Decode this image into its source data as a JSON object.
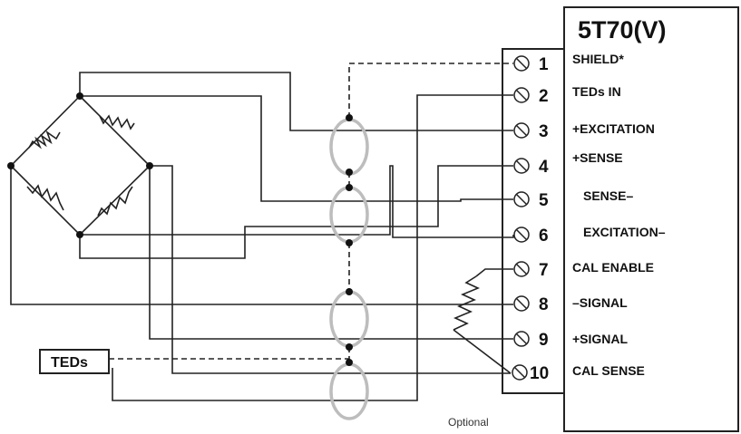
{
  "device": {
    "title": "5T70(V)"
  },
  "terminals": [
    {
      "number": "1",
      "label": "SHIELD*"
    },
    {
      "number": "2",
      "label": "TEDs IN"
    },
    {
      "number": "3",
      "label": "+EXCITATION"
    },
    {
      "number": "4",
      "label": "+SENSE"
    },
    {
      "number": "5",
      "label": "SENSE–"
    },
    {
      "number": "6",
      "label": "EXCITATION–"
    },
    {
      "number": "7",
      "label": "CAL ENABLE"
    },
    {
      "number": "8",
      "label": "–SIGNAL"
    },
    {
      "number": "9",
      "label": "+SIGNAL"
    },
    {
      "number": "10",
      "label": "CAL SENSE"
    }
  ],
  "teds_box": {
    "label": "TEDs"
  },
  "optional_note": "Optional",
  "icons": [
    "screw-terminal-icon",
    "resistor-icon",
    "wire-junction-icon"
  ],
  "colors": {
    "line": "#222222",
    "shield": "#bdbdbd",
    "background": "#ffffff"
  }
}
